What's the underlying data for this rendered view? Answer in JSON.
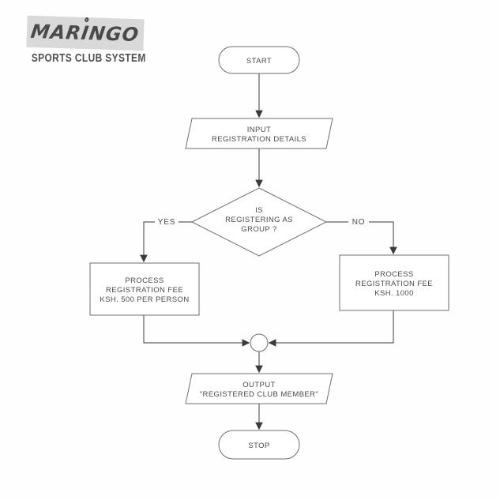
{
  "logo": {
    "brand_pre": "MAR",
    "brand_i": "I",
    "brand_post": "NGO",
    "subtitle": "SPORTS CLUB SYSTEM",
    "banner_color": "#d9d9d9",
    "brand_text_color": "#4a4a4a"
  },
  "flowchart": {
    "stroke_color": "#6e6e6e",
    "line_color": "#5f5f5f",
    "text_color": "#4a4a4a",
    "arrowhead_color": "#3a3a3a",
    "nodes": {
      "start": {
        "type": "terminator",
        "label": "START"
      },
      "input": {
        "type": "io",
        "lines": [
          "INPUT",
          "REGISTRATION DETAILS"
        ]
      },
      "decision": {
        "type": "decision",
        "lines": [
          "IS",
          "REGISTERING AS",
          "GROUP ?"
        ]
      },
      "process_group": {
        "type": "process",
        "lines": [
          "PROCESS",
          "REGISTRATION FEE",
          "KSH. 500 PER PERSON"
        ]
      },
      "process_individual": {
        "type": "process",
        "lines": [
          "PROCESS",
          "REGISTRATION FEE",
          "KSH. 1000"
        ]
      },
      "merge": {
        "type": "connector-circle"
      },
      "output": {
        "type": "io",
        "lines": [
          "OUTPUT",
          "\"REGISTERED CLUB MEMBER\""
        ]
      },
      "stop": {
        "type": "terminator",
        "label": "STOP"
      }
    },
    "edges": {
      "yes_label": "YES",
      "no_label": "NO"
    }
  }
}
